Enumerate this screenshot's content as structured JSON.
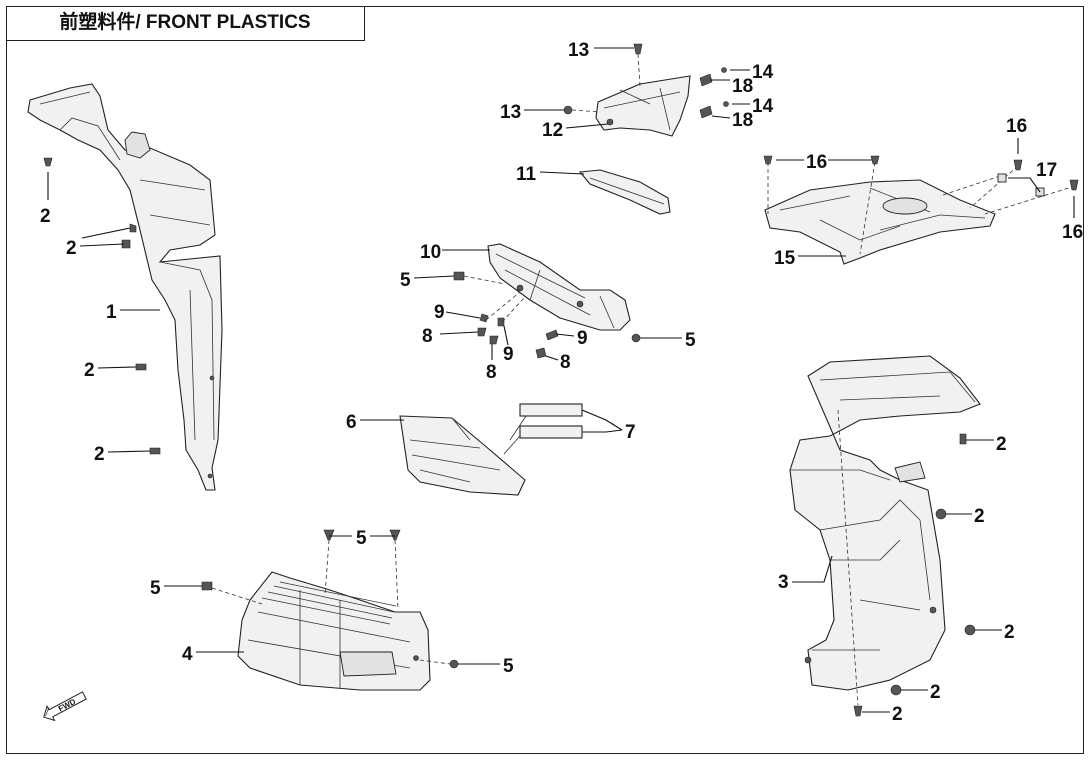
{
  "title": "前塑料件/ FRONT PLASTICS",
  "direction_label": "FWD",
  "callouts": {
    "c1": "1",
    "c2a": "2",
    "c2b": "2",
    "c2c": "2",
    "c2d": "2",
    "c2e": "2",
    "c2f": "2",
    "c2g": "2",
    "c2h": "2",
    "c2i": "2",
    "c3": "3",
    "c4": "4",
    "c5a": "5",
    "c5b": "5",
    "c5c": "5",
    "c5d": "5",
    "c5e": "5",
    "c6": "6",
    "c7": "7",
    "c8a": "8",
    "c8b": "8",
    "c8c": "8",
    "c9a": "9",
    "c9b": "9",
    "c9c": "9",
    "c10": "10",
    "c11": "11",
    "c12": "12",
    "c13a": "13",
    "c13b": "13",
    "c14a": "14",
    "c14b": "14",
    "c15": "15",
    "c16a": "16",
    "c16b": "16",
    "c16c": "16",
    "c17": "17",
    "c18a": "18",
    "c18b": "18"
  }
}
